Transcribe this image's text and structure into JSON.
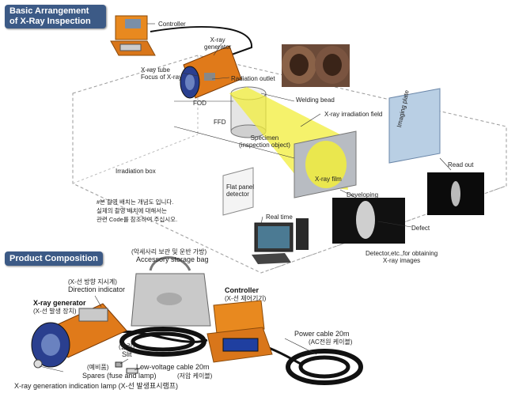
{
  "section1": {
    "title_line1": "Basic Arrangement",
    "title_line2": "of X-Ray Inspection",
    "labels": {
      "controller": "Controller",
      "xray_generator_l1": "X-ray",
      "xray_generator_l2": "generator",
      "xray_tube": "X-ray tube",
      "focus": "Focus of X-ray",
      "radiation_outlet": "Radiation outlet",
      "welding_bead": "Welding bead",
      "fod": "FOD",
      "ffd": "FFD",
      "irradiation_field": "X-ray irradiation field",
      "specimen_l1": "Specimen",
      "specimen_l2": "(inspection object)",
      "imaging_plate": "Imaging plate",
      "read_out": "Read out",
      "irradiation_box": "Irradiation box",
      "flat_panel_l1": "Flat panel",
      "flat_panel_l2": "detector",
      "xray_film": "X-ray film",
      "developing": "Developing",
      "real_time": "Real time",
      "defect": "Defect",
      "detector_note_l1": "Detector,etc.,for obtaining",
      "detector_note_l2": "X-ray images"
    },
    "korean_note": [
      "#본 촬영 배치는 개념도 입니다.",
      "실제의 촬영 배치에 대해서는",
      "관련 Code를 참조하여 주십시오."
    ]
  },
  "section2": {
    "title": "Product Composition",
    "labels": {
      "accessory_kor": "(악세사리 보관 및 운반 가방)",
      "accessory_en": "Accessory storage bag",
      "direction_kor": "(X-선 방향 지시계)",
      "direction_en": "Direction indicator",
      "xray_gen_en": "X-ray generator",
      "xray_gen_kor": "(X-선 발생 장치)",
      "controller_en": "Controller",
      "controller_kor": "(X-선 제어기기)",
      "slit_kor": "(슬릿)",
      "slit_en": "Slit",
      "spares_kor": "(예비품)",
      "spares_en": "Spares (fuse and lamp)",
      "lv_cable_en": "Low-voltage cable 20m",
      "lv_cable_kor": "(저압 케이블)",
      "power_cable_en": "Power cable 20m",
      "power_cable_kor": "(AC전원 케이블)",
      "indication_lamp": "X-ray generation indication lamp (X-선 발생표시램프)"
    }
  },
  "colors": {
    "title_bg": "#3c5a86",
    "generator_orange": "#e07a1a",
    "generator_blue": "#2a3f8f",
    "beam_yellow": "#f2ee3a"
  }
}
